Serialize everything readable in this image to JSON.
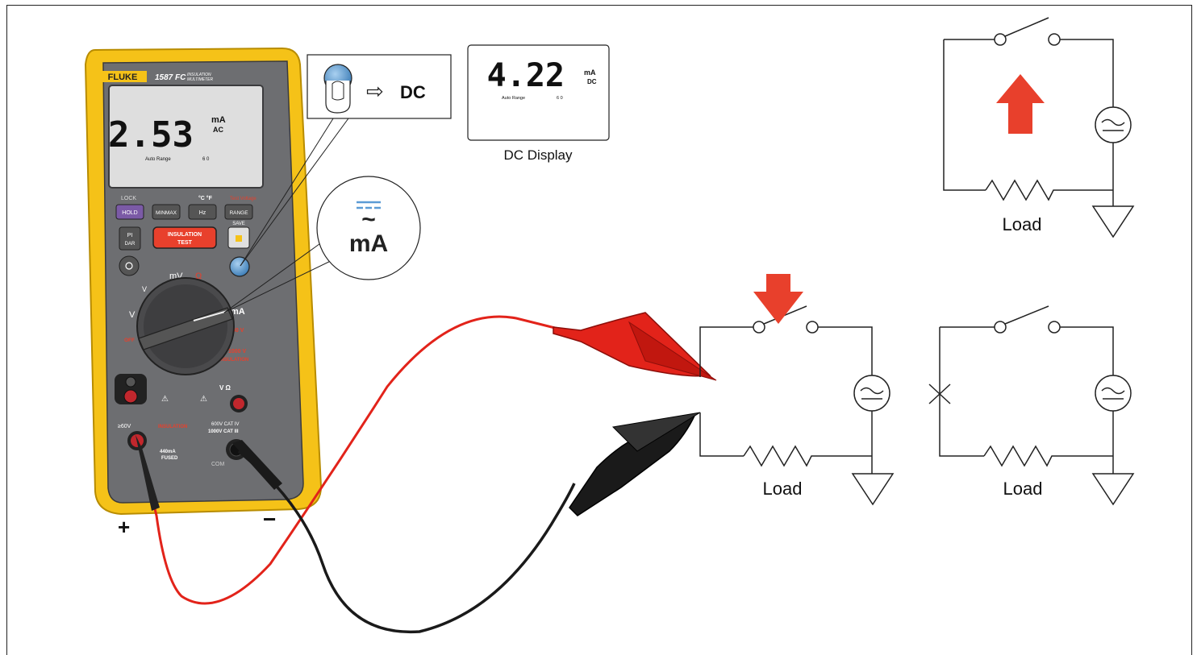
{
  "meter": {
    "brand": "FLUKE",
    "model": "1587 FC",
    "model_sub_line1": "INSULATION",
    "model_sub_line2": "MULTIMETER",
    "reading": "2.53",
    "unit_top": "mA",
    "unit_bottom": "AC",
    "auto_range": "Auto Range",
    "bar_scale": "6 0",
    "lock_label": "LOCK",
    "temp_label": "°C °F",
    "test_voltage_label": "Test Voltage",
    "save_label": "SAVE",
    "buttons": {
      "hold": "HOLD",
      "minmax": "MINMAX",
      "hz": "Hz",
      "range": "RANGE",
      "pi_top": "PI",
      "pi_bottom": "DAR",
      "insulation_top": "INSULATION",
      "insulation_bottom": "TEST"
    },
    "dial": {
      "off": "OFF",
      "v": "V",
      "mv": "mV",
      "ohm": "Ω",
      "ma": "mA",
      "v50": "50 V",
      "v1000": "1000 V",
      "insulation": "INSULATION"
    },
    "jacks": {
      "vohm": "V Ω",
      "insulation": "INSULATION",
      "cat1": "600V  CAT IV",
      "cat2": "1000V CAT III",
      "fused1": "440mA",
      "fused2": "FUSED",
      "com": "COM",
      "warn_ma": "≥60V"
    },
    "plus": "+",
    "minus": "−"
  },
  "callout_dc": {
    "arrow": "⇨",
    "label": "DC"
  },
  "dc_display": {
    "reading": "4.22",
    "unit_top": "mA",
    "unit_bottom": "DC",
    "auto_range": "Auto Range",
    "bar_scale": "6 0",
    "caption": "DC Display"
  },
  "dial_callout": {
    "symbol": "~",
    "unit": "mA"
  },
  "circuits": [
    {
      "load_label": "Load"
    },
    {
      "load_label": "Load"
    },
    {
      "load_label": "Load"
    }
  ],
  "colors": {
    "meter_yellow": "#f5c218",
    "meter_gray": "#6d6e71",
    "lcd_bg": "#dedede",
    "lead_red": "#e2231a",
    "lead_black": "#1a1a1a",
    "arrow_red": "#e8402c",
    "blue_button": "#5b9bd5"
  }
}
